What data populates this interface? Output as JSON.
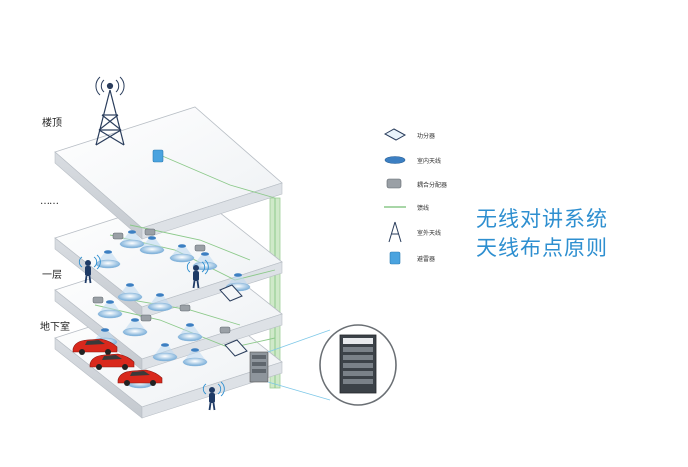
{
  "floors": {
    "roof": "楼顶",
    "ellipsis": "……",
    "first": "一层",
    "basement": "地下室"
  },
  "legend": [
    {
      "icon": "splitter-icon",
      "label": "功分器"
    },
    {
      "icon": "indoor-antenna-icon",
      "label": "室内天线"
    },
    {
      "icon": "coupler-icon",
      "label": "耦合分配器"
    },
    {
      "icon": "feeder-line-icon",
      "label": "馈线"
    },
    {
      "icon": "outdoor-antenna-icon",
      "label": "室外天线"
    },
    {
      "icon": "repeater-icon",
      "label": "避雷器"
    }
  ],
  "title": {
    "line1": "无线对讲系统",
    "line2": "天线布点原则"
  },
  "colors": {
    "accent": "#2e8fd0",
    "feeder": "#8cc98a",
    "car": "#d9281c",
    "walkie": "#1f3b66"
  }
}
